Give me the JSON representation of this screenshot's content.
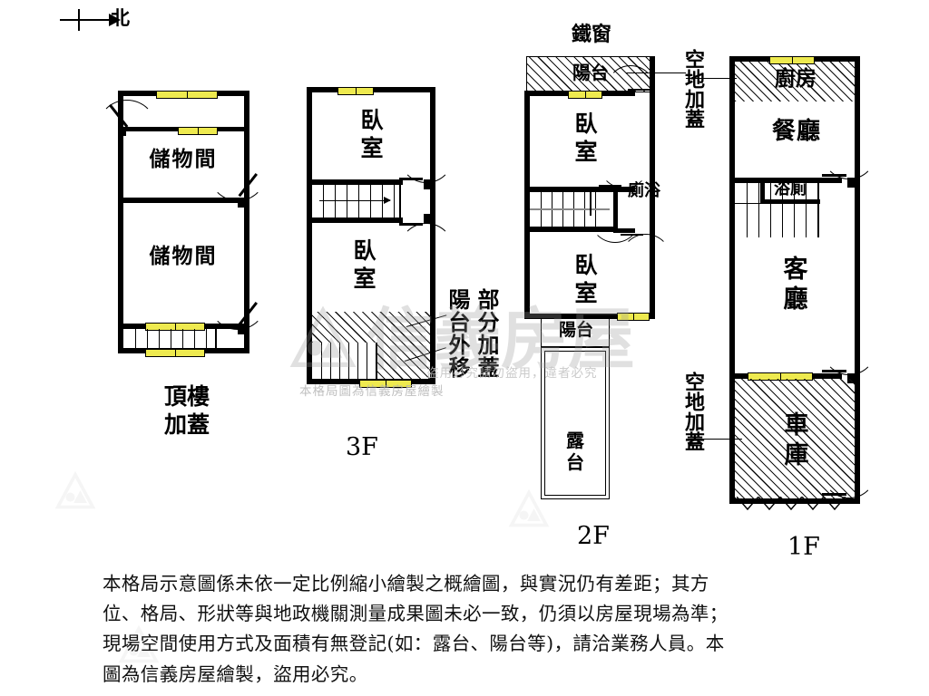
{
  "compass": {
    "label": "北",
    "icon": "north-arrow-icon"
  },
  "watermark": {
    "brand": "信義房屋",
    "logo_icon": "xinyi-logo-icon",
    "notice_left": "本格局圖為信義房屋繪製",
    "notice_right": "盜用必究請勿盜用，違者必究"
  },
  "floors": [
    {
      "id": "rooftop",
      "floor_label": "頂樓\n加蓋",
      "rooms": [
        {
          "name": "storage-room-upper",
          "label": "儲物間"
        },
        {
          "name": "storage-room-lower",
          "label": "儲物間"
        }
      ]
    },
    {
      "id": "f3",
      "floor_label": "3F",
      "rooms": [
        {
          "name": "bedroom-upper",
          "label": "臥\n室"
        },
        {
          "name": "bedroom-lower",
          "label": "臥\n室"
        }
      ],
      "annotations": [
        {
          "name": "balcony-moved-note",
          "label": "陽台外移"
        },
        {
          "name": "partial-addition-note",
          "label": "部分加蓋"
        }
      ]
    },
    {
      "id": "f2",
      "floor_label": "2F",
      "rooms": [
        {
          "name": "balcony-top",
          "label": "陽台"
        },
        {
          "name": "bedroom-upper",
          "label": "臥\n室"
        },
        {
          "name": "bathroom",
          "label": "浴\n廁"
        },
        {
          "name": "bedroom-lower",
          "label": "臥\n室"
        },
        {
          "name": "balcony-bottom",
          "label": "陽台"
        },
        {
          "name": "terrace",
          "label": "露\n台"
        }
      ],
      "annotations": [
        {
          "name": "iron-window-note",
          "label": "鐵窗"
        }
      ]
    },
    {
      "id": "f1",
      "floor_label": "1F",
      "rooms": [
        {
          "name": "kitchen",
          "label": "廚房"
        },
        {
          "name": "dining-room",
          "label": "餐廳"
        },
        {
          "name": "bathroom",
          "label": "浴廁"
        },
        {
          "name": "living-room",
          "label": "客\n廳"
        },
        {
          "name": "garage",
          "label": "車\n庫"
        }
      ],
      "annotations": [
        {
          "name": "vacant-land-addition-note-top",
          "label": "空地加蓋"
        },
        {
          "name": "vacant-land-addition-note-bottom",
          "label": "空地加蓋"
        }
      ]
    }
  ],
  "disclaimer": "本格局示意圖係未依一定比例縮小繪製之概繪圖，與實況仍有差距；其方\n位、格局、形狀等與地政機關測量成果圖未必一致，仍須以房屋現場為準；\n現場空間使用方式及面積有無登記(如：露台、陽台等)，請洽業務人員。本\n圖為信義房屋繪製，盜用必究。",
  "colors": {
    "wall": "#000000",
    "window": "#eeea4f",
    "hatch": "#111111",
    "watermark": "#9a9a9a",
    "paper": "#ffffff"
  }
}
